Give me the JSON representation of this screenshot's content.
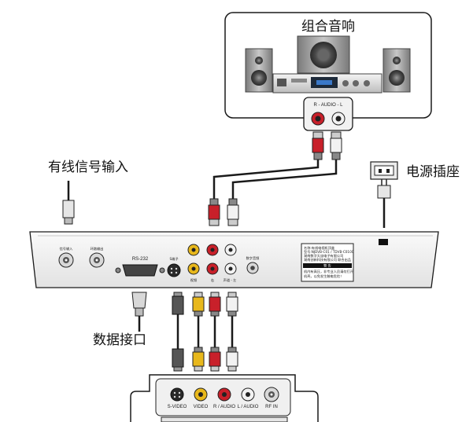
{
  "labels": {
    "audio_system": "组合音响",
    "audio_jack": "R - AUDIO - L",
    "cable_input": "有线信号输入",
    "power_socket": "电源插座",
    "data_interface": "数据接口"
  },
  "stb": {
    "signal_in": "信号输入",
    "loop_out": "环路输出",
    "rs232": "RS-232",
    "s_terminal": "S端子",
    "video": "视频",
    "right": "右",
    "audio_left": "声道 - 左",
    "digital_audio": "数字音频",
    "warning": "警 告",
    "nameplate": [
      "名称:有线电视机顶盒",
      "型号:NJDVB-C01 / TDVB-C0100",
      "湖南数字天宙电子有限公司",
      "湖南创新科技有限公司   联合出品"
    ],
    "warning_text": [
      "机内有高压，非专业人员请勿打开",
      "机壳，以免发生触电危险！"
    ]
  },
  "tv": {
    "ports": [
      "S-VIDEO",
      "VIDEO",
      "R / AUDIO",
      "L / AUDIO",
      "RF IN"
    ]
  },
  "colors": {
    "red": "#c8202a",
    "yellow": "#e8b81c",
    "white": "#f2f2f2",
    "grey": "#8a8a8a",
    "outline": "#1a1a1a"
  }
}
